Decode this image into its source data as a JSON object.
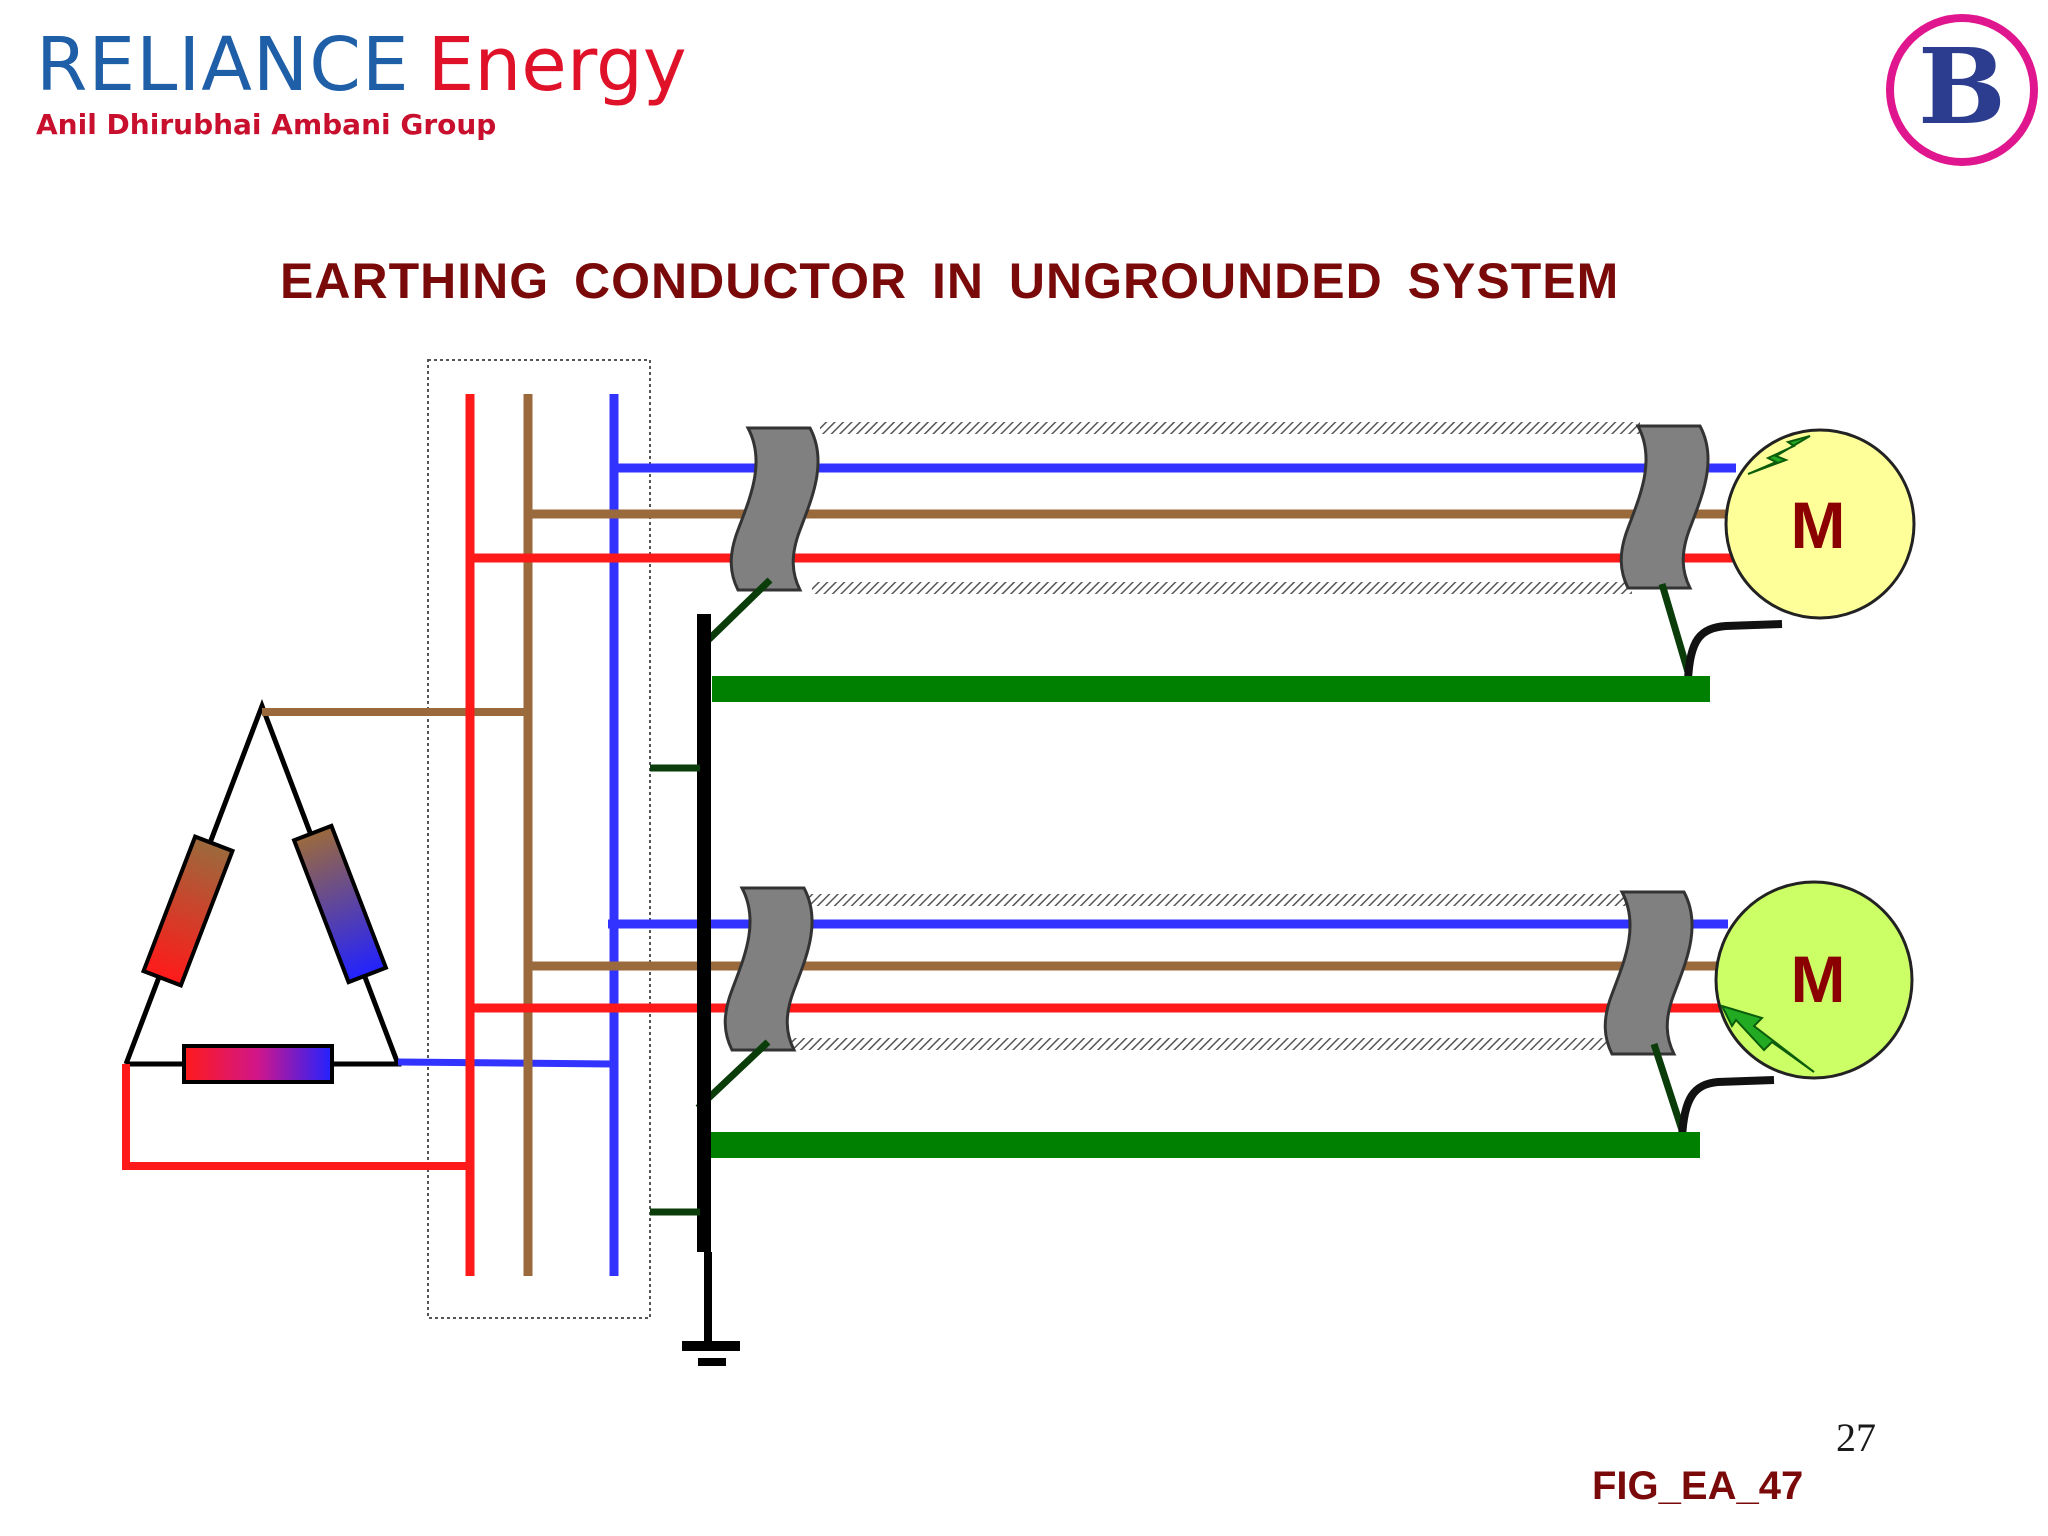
{
  "header": {
    "logo_brand": "RELIANCE",
    "logo_product": "Energy",
    "logo_group": "Anil Dhirubhai Ambani Group",
    "badge_letter": "B"
  },
  "title": "EARTHING CONDUCTOR IN UNGROUNDED SYSTEM",
  "diagram": {
    "motors": [
      {
        "label": "M",
        "fill": "#ffff99"
      },
      {
        "label": "M",
        "fill": "#ccff66"
      }
    ],
    "phase_colors": {
      "red": "#ff1a1a",
      "brown": "#9b6a3c",
      "blue": "#3333ff"
    },
    "earth_conductor_color": "#008000",
    "earth_bar_color": "#000000",
    "shield_color": "#808080"
  },
  "footer": {
    "page_number": "27",
    "figure_id": "FIG_EA_47"
  }
}
